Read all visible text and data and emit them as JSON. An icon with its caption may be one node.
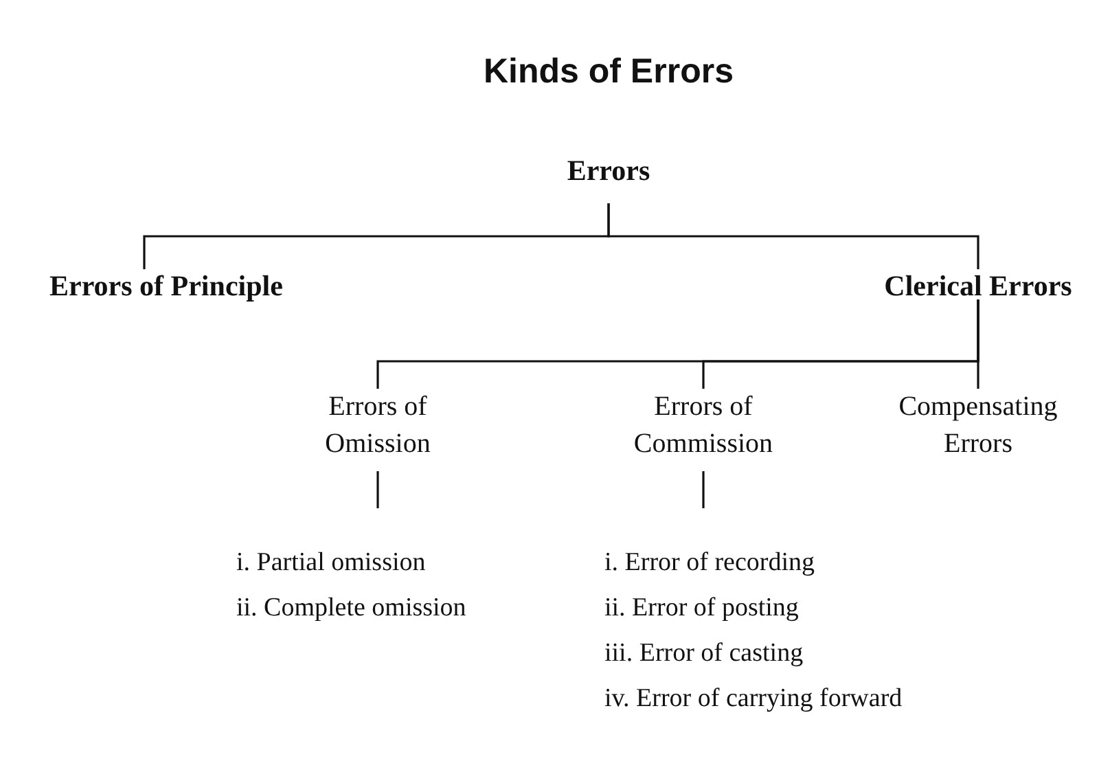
{
  "diagram": {
    "title": "Kinds of Errors",
    "nodes": [
      {
        "text": [
          "Errors"
        ]
      },
      {
        "text": [
          "Errors of Principle"
        ]
      },
      {
        "text": [
          "Clerical Errors"
        ]
      },
      {
        "text": [
          "Errors of Omission"
        ]
      },
      {
        "text": [
          "Errors of Commission"
        ]
      },
      {
        "text": [
          "Compensating Errors"
        ]
      },
      {
        "text": [
          "i. Partial omission",
          "ii. Complete omission"
        ]
      },
      {
        "text": [
          "i. Error of recording",
          "ii. Error of posting",
          "iii. Error of casting",
          "iv. Error of carrying forward"
        ]
      }
    ],
    "edges": [
      {
        "from": 0,
        "to": 1,
        "arrow": "none"
      },
      {
        "from": 0,
        "to": 2,
        "arrow": "none"
      },
      {
        "from": 2,
        "to": 3,
        "arrow": "none"
      },
      {
        "from": 2,
        "to": 4,
        "arrow": "none"
      },
      {
        "from": 2,
        "to": 5,
        "arrow": "none"
      },
      {
        "from": 3,
        "to": 6,
        "arrow": "none"
      },
      {
        "from": 4,
        "to": 7,
        "arrow": "none"
      }
    ]
  }
}
